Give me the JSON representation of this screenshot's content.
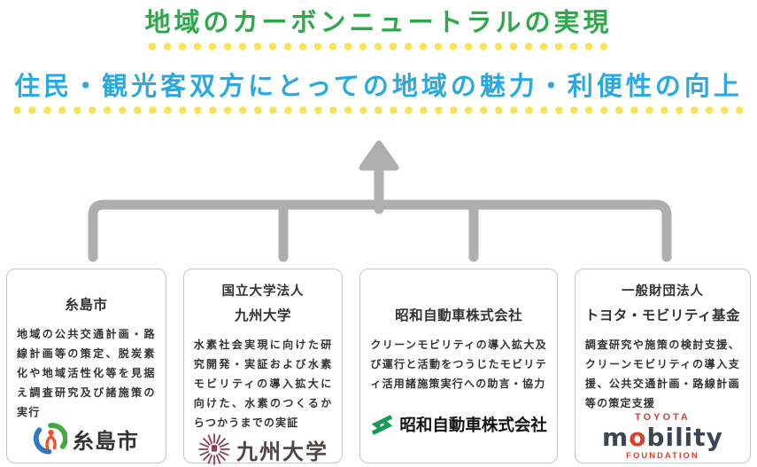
{
  "colors": {
    "green-heading": "#2FA84C",
    "blue-heading": "#29A9E0",
    "dot-yellow": "#F9E352",
    "connector-gray": "#AEAEAE",
    "toyota-red": "#D8402F",
    "mobility-dark": "#3C4653",
    "showa-green": "#159B54",
    "kyushu-maroon": "#8C3C4E",
    "itoshima-green": "#44A93F",
    "itoshima-blue": "#2C77C6",
    "itoshima-orange": "#EA5428"
  },
  "headings": {
    "primary": "地域のカーボンニュートラルの実現",
    "secondary": "住民・観光客双方にとっての地域の魅力・利便性の向上"
  },
  "partners": [
    {
      "org_type": "",
      "name": "糸島市",
      "description": "地域の公共交通計画・路線計画等の策定、脱炭素化や地域活性化等を見据え調査研究及び諸施策の実行",
      "logo": {
        "icon": "itoshima-city-emblem",
        "text": "糸島市"
      }
    },
    {
      "org_type": "国立大学法人",
      "name": "九州大学",
      "description": "水素社会実現に向けた研究開発・実証および水素モビリティの導入拡大に向けた、水素のつくるからつかうまでの実証",
      "logo": {
        "icon": "kyushu-university-emblem",
        "text": "九州大学"
      }
    },
    {
      "org_type": "",
      "name": "昭和自動車株式会社",
      "description": "クリーンモビリティの導入拡大及び運行と活動をつうじたモビリティ活用諸施策実行への助言・協力",
      "logo": {
        "icon": "showa-motors-mark",
        "text": "昭和自動車株式会社"
      }
    },
    {
      "org_type": "一般財団法人",
      "name": "トヨタ・モビリティ基金",
      "description": "調査研究や施策の検討支援、クリーンモビリティの導入支援、公共交通計画・路線計画等の策定支援",
      "logo": {
        "icon": "toyota-mobility-foundation-wordmark",
        "top": "TOYOTA",
        "main_pre": "m",
        "main_o": "o",
        "main_post": "bility",
        "bottom": "FOUNDATION"
      }
    }
  ]
}
